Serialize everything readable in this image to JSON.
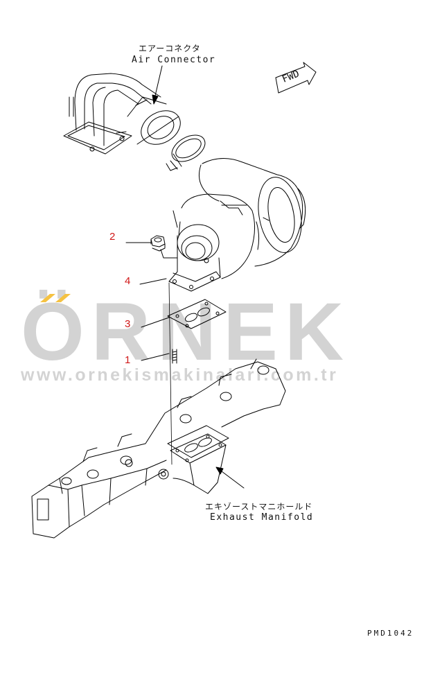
{
  "watermark": {
    "brand": "ÖRNEK",
    "url": "www.ornekismakinalari.com.tr",
    "accent_color": "#f5c242",
    "text_color": "#d3d3d3"
  },
  "labels": {
    "air_connector_jp": "エアーコネクタ",
    "air_connector_en": "Air Connector",
    "exhaust_manifold_jp": "エキゾーストマニホールド",
    "exhaust_manifold_en": "Exhaust Manifold",
    "fwd": "FWD"
  },
  "callouts": [
    {
      "number": "2"
    },
    {
      "number": "4"
    },
    {
      "number": "3"
    },
    {
      "number": "1"
    }
  ],
  "drawing_code": "PMD1042",
  "colors": {
    "line": "#000000",
    "callout": "#d01818"
  }
}
